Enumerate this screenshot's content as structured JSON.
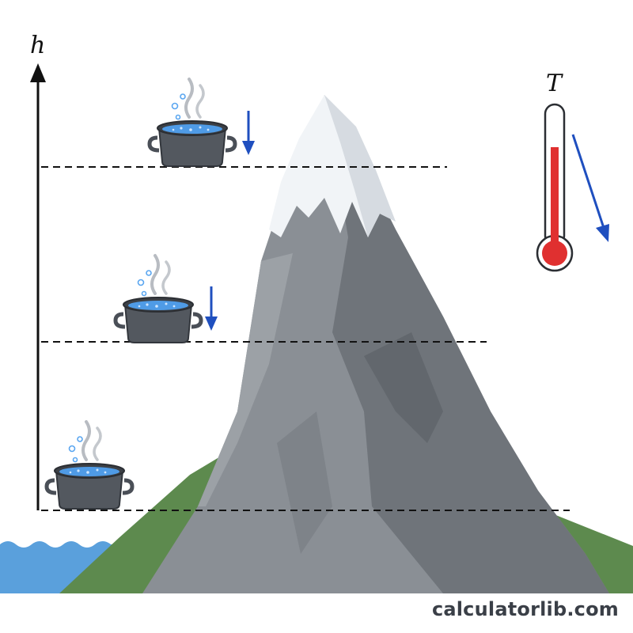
{
  "labels": {
    "height_axis": "h",
    "temperature": "T"
  },
  "watermark": "calculatorlib.com",
  "elements": {
    "pots": [
      "pot-top",
      "pot-middle",
      "pot-bottom"
    ],
    "arrows": [
      "down-arrow-top",
      "down-arrow-middle",
      "temperature-trend-arrow"
    ],
    "levels": 3
  },
  "colors": {
    "arrow_blue": "#1f4fbf",
    "thermometer_red": "#e03030",
    "mountain_gray": "#8a8f95",
    "snow": "#f1f4f7",
    "grass": "#5d8a4e",
    "water": "#5aa0dc",
    "pot": "#4a4f57"
  }
}
